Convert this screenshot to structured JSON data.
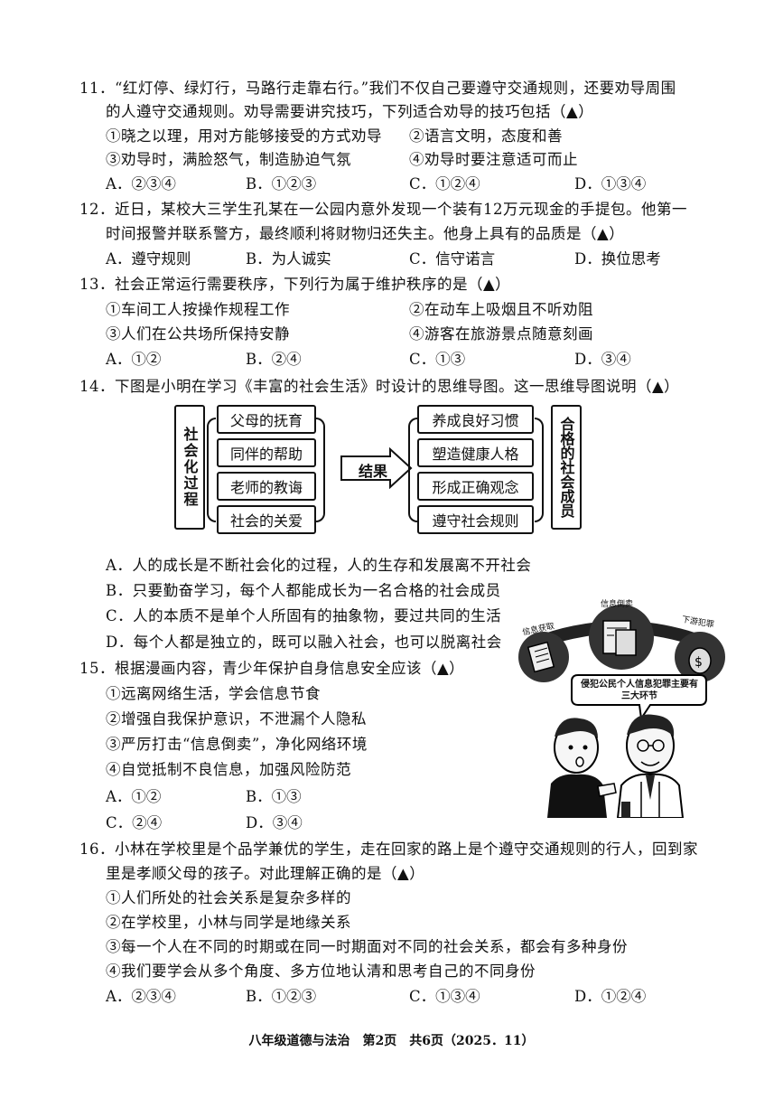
{
  "q11": {
    "stem1": "11．“红灯停、绿灯行，马路行走靠右行。”我们不仅自己要遵守交通规则，还要劝导周围",
    "stem2": "的人遵守交通规则。劝导需要讲究技巧，下列适合劝导的技巧包括（▲）",
    "item1": "①晓之以理，用对方能够接受的方式劝导",
    "item2": "②语言文明，态度和善",
    "item3": "③劝导时，满脸怒气，制造胁迫气氛",
    "item4": "④劝导时要注意适可而止",
    "options": [
      "A．②③④",
      "B．①②③",
      "C．①②④",
      "D．①③④"
    ]
  },
  "q12": {
    "stem1": "12．近日，某校大三学生孔某在一公园内意外发现一个装有12万元现金的手提包。他第一",
    "stem2": "时间报警并联系警方，最终顺利将财物归还失主。他身上具有的品质是（▲）",
    "options": [
      "A．遵守规则",
      "B．为人诚实",
      "C．信守诺言",
      "D．换位思考"
    ]
  },
  "q13": {
    "stem1": "13．社会正常运行需要秩序，下列行为属于维护秩序的是（▲）",
    "item1": "①车间工人按操作规程工作",
    "item2": "②在动车上吸烟且不听劝阻",
    "item3": "③人们在公共场所保持安静",
    "item4": "④游客在旅游景点随意刻画",
    "options": [
      "A．①②",
      "B．②④",
      "C．①③",
      "D．③④"
    ]
  },
  "q14": {
    "stem1": "14．下图是小明在学习《丰富的社会生活》时设计的思维导图。这一思维导图说明（▲）",
    "diagram": {
      "left_title": "社会化过程",
      "left_items": [
        "父母的抚育",
        "同伴的帮助",
        "老师的教诲",
        "社会的关爱"
      ],
      "arrow_label": "结果",
      "right_items": [
        "养成良好习惯",
        "塑造健康人格",
        "形成正确观念",
        "遵守社会规则"
      ],
      "right_title": "合格的社会成员"
    },
    "options": [
      "A．人的成长是不断社会化的过程，人的生存和发展离不开社会",
      "B．只要勤奋学习，每个人都能成长为一名合格的社会成员",
      "C．人的本质不是单个人所固有的抽象物，要过共同的生活",
      "D．每个人都是独立的，既可以融入社会，也可以脱离社会"
    ]
  },
  "q15": {
    "stem1": "15．根据漫画内容，青少年保护自身信息安全应该（▲）",
    "item1": "①远离网络生活，学会信息节食",
    "item2": "②增强自我保护意识，不泄漏个人隐私",
    "item3": "③严厉打击“信息倒卖”，净化网络环境",
    "item4": "④自觉抵制不良信息，加强风险防范",
    "options": [
      "A．①②",
      "B．①③",
      "C．②④",
      "D．③④"
    ],
    "cartoon": {
      "label_left": "信息获取",
      "label_center": "信息倒卖",
      "label_right": "下游犯罪",
      "speech": "侵犯公民个人信息犯罪主要有三大环节"
    }
  },
  "q16": {
    "stem1": "16．小林在学校里是个品学兼优的学生，走在回家的路上是个遵守交通规则的行人，回到家",
    "stem2": "里是孝顺父母的孩子。对此理解正确的是（▲）",
    "item1": "①人们所处的社会关系是复杂多样的",
    "item2": "②在学校里，小林与同学是地缘关系",
    "item3": "③每一个人在不同的时期或在同一时期面对不同的社会关系，都会有多种身份",
    "item4": "④我们要学会从多个角度、多方位地认清和思考自己的不同身份",
    "options": [
      "A．②③④",
      "B．①②③",
      "C．①③④",
      "D．①②④"
    ]
  },
  "footer": "八年级道德与法治　第2页　共6页（2025．11）"
}
